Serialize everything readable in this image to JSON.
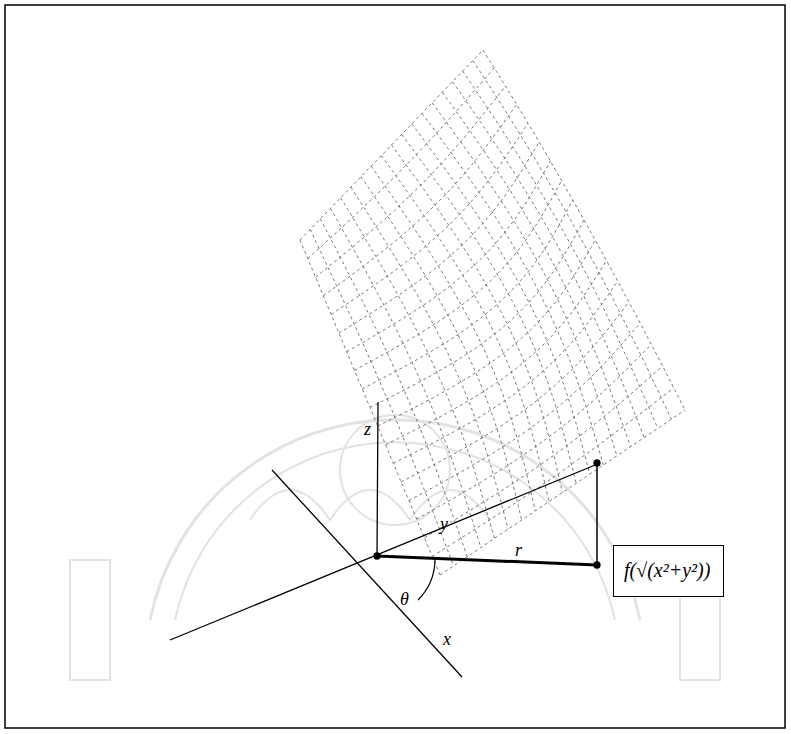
{
  "diagram": {
    "nodes": [
      {
        "text": [
          "f(√(x²+y²))"
        ]
      }
    ],
    "labels": [
      "z",
      "y",
      "x",
      "θ",
      "r"
    ]
  }
}
